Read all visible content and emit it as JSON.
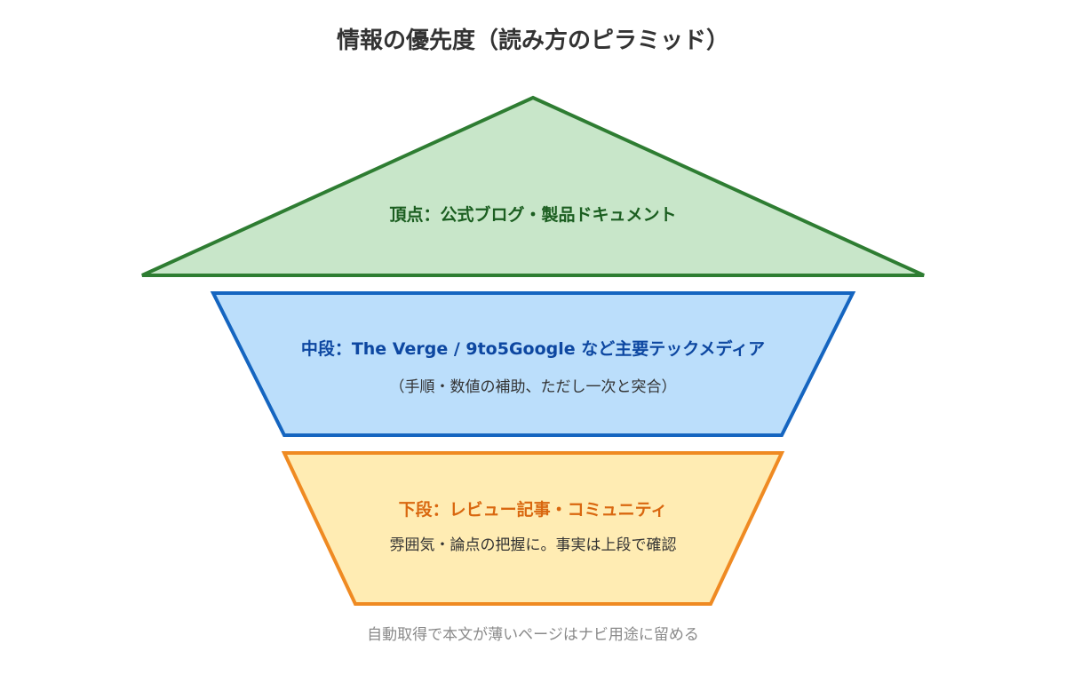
{
  "title": "情報の優先度（読み方のピラミッド）",
  "tiers": [
    {
      "label": "頂点：公式ブログ・製品ドキュメント",
      "sub": "",
      "fill": "#c8e6c9",
      "stroke": "#2e7d32",
      "text_color": "#1b5e20"
    },
    {
      "label": "中段：The Verge / 9to5Google など主要テックメディア",
      "sub": "（手順・数値の補助、ただし一次と突合）",
      "fill": "#bbdefb",
      "stroke": "#1565c0",
      "text_color": "#0d47a1"
    },
    {
      "label": "下段：レビュー記事・コミュニティ",
      "sub": "雰囲気・論点の把握に。事実は上段で確認",
      "fill": "#ffecb3",
      "stroke": "#ef8a22",
      "text_color": "#d9670f"
    }
  ],
  "footer": "自動取得で本文が薄いページはナビ用途に留める"
}
